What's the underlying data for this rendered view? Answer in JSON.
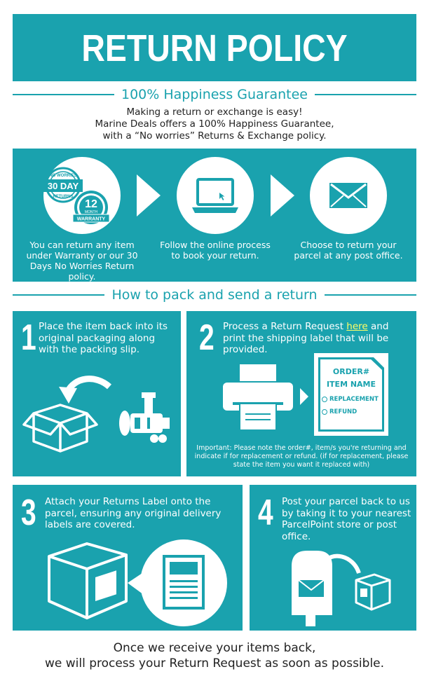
{
  "header": {
    "title": "RETURN POLICY"
  },
  "guarantee": {
    "heading": "100% Happiness Guarantee",
    "line1": "Making a return or exchange is easy!",
    "line2": "Marine Deals offers a 100% Happiness Guarantee,",
    "line3": "with a “No worries” Returns & Exchange policy."
  },
  "badge": {
    "no_worries": "NO WORRIES",
    "days": "30 DAY",
    "returns": "RETURNS",
    "months": "12",
    "months_unit": "MONTH",
    "warranty": "WARRANTY"
  },
  "steps": [
    {
      "caption": "You can return any item under Warranty or our 30 Days No Worries Return policy.",
      "icon": "badge-icon"
    },
    {
      "caption": "Follow the online process to book your return.",
      "icon": "laptop-icon"
    },
    {
      "caption": "Choose to return your parcel at any post office.",
      "icon": "envelope-icon"
    }
  ],
  "pack_heading": "How to pack and send a return",
  "cards": [
    {
      "number": "1",
      "text": "Place the item back into its original packaging along with the packing slip."
    },
    {
      "number": "2",
      "text_before": "Process a Return Request ",
      "link": "here",
      "text_after": " and print the shipping label that will be provided."
    },
    {
      "number": "3",
      "text": "Attach your Returns Label onto the parcel, ensuring any original delivery labels are covered."
    },
    {
      "number": "4",
      "text": "Post your parcel back to us by taking it to your nearest ParcelPoint store or post office."
    }
  ],
  "label_slip": {
    "order": "ORDER#",
    "item_name": "ITEM NAME",
    "replacement": "REPLACEMENT",
    "refund": "REFUND"
  },
  "important_note": "Important: Please note the order#, item/s you're returning and indicate if for replacement or refund. (if for replacement, please state the item you want it replaced with)",
  "footer": {
    "line1": "Once we receive your items back,",
    "line2": "we will process your Return Request as soon as possible."
  },
  "colors": {
    "teal": "#1aa2ae",
    "link": "#ffff66",
    "white": "#ffffff"
  }
}
